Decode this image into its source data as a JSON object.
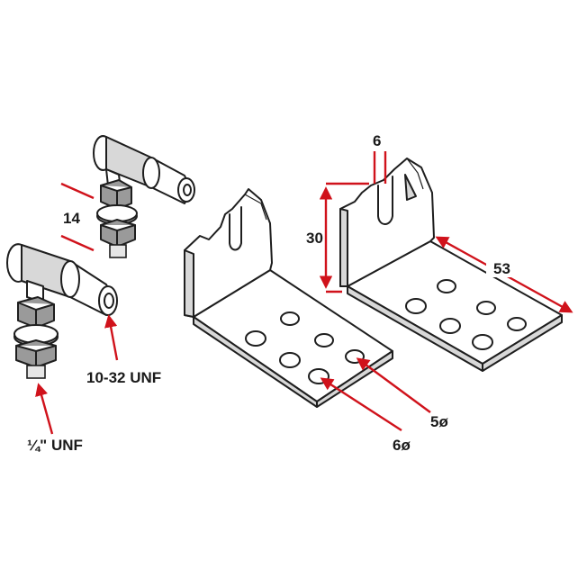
{
  "labels": {
    "rod_end_spacing": "14",
    "small_thread": "10-32 UNF",
    "large_thread": "¼\" UNF",
    "small_hole": "5ø",
    "large_hole": "6ø",
    "slot_width": "6",
    "bracket_height": "30",
    "bracket_length": "53"
  },
  "colors": {
    "dimension": "#d0121b",
    "outline": "#1e1e1e",
    "fill": "#ffffff",
    "shade": "#d8d8d8"
  }
}
